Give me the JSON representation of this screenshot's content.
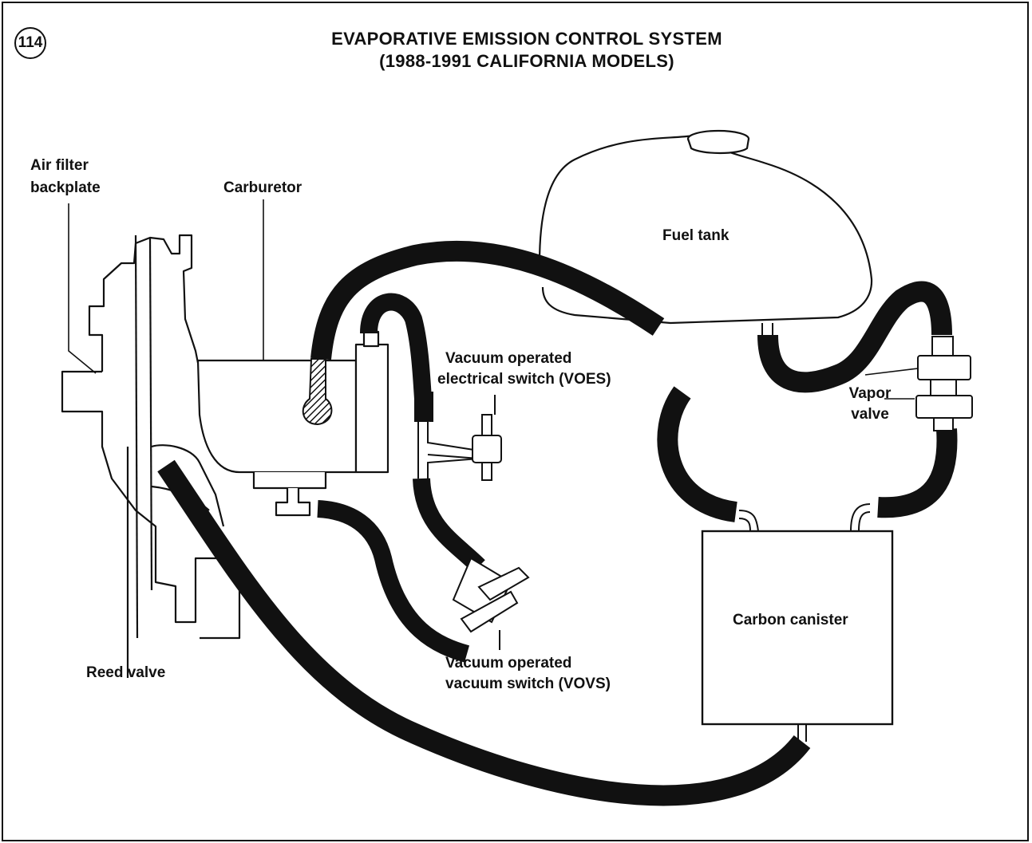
{
  "figure": {
    "number": "114",
    "title_line1": "EVAPORATIVE EMISSION CONTROL SYSTEM",
    "title_line2": "(1988-1991 CALIFORNIA MODELS)"
  },
  "labels": {
    "air_filter_line1": "Air filter",
    "air_filter_line2": "backplate",
    "carburetor": "Carburetor",
    "fuel_tank": "Fuel tank",
    "voes_line1": "Vacuum operated",
    "voes_line2": "electrical switch (VOES)",
    "vapor_valve_line1": "Vapor",
    "vapor_valve_line2": "valve",
    "carbon_canister": "Carbon canister",
    "reed_valve": "Reed valve",
    "vovs_line1": "Vacuum operated",
    "vovs_line2": "vacuum switch (VOVS)"
  },
  "colors": {
    "ink": "#111111",
    "paper": "#ffffff"
  }
}
